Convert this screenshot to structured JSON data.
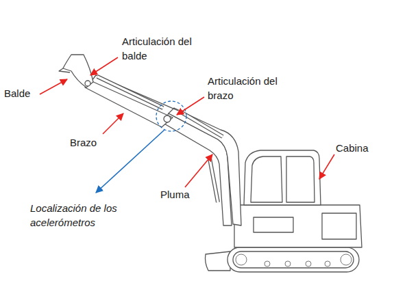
{
  "diagram": {
    "labels": [
      "Articulación del balde",
      "Balde",
      "Articulación del brazo",
      "Brazo",
      "Cabina",
      "Pluma",
      "Localización de los acelerómetros"
    ]
  }
}
